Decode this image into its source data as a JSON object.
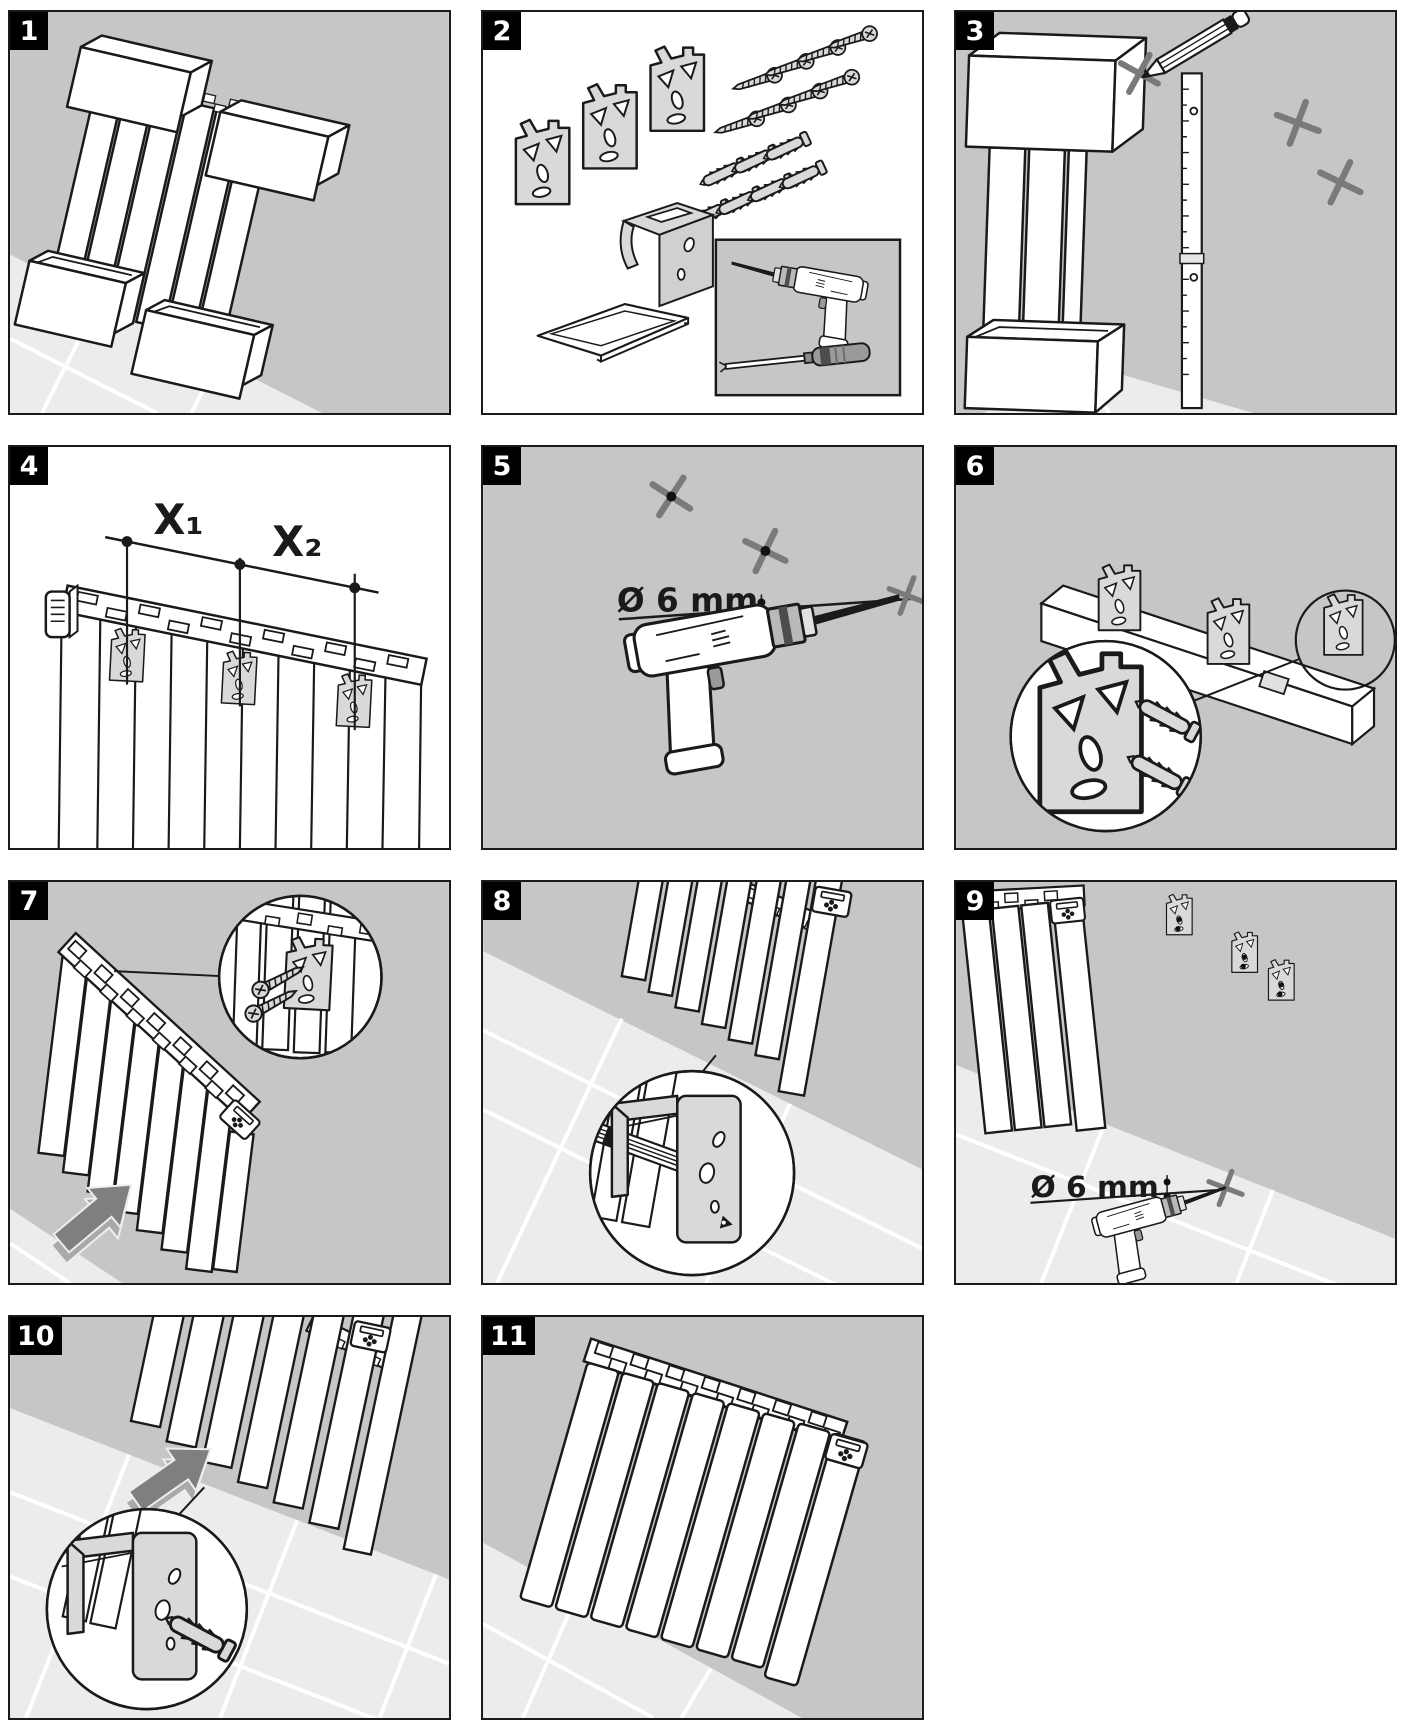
{
  "colors": {
    "wall": "#c6c6c6",
    "floor": "#ececec",
    "grout": "#ffffff",
    "line": "#1a1a1a",
    "metal": "#d9d9d9",
    "badge_bg": "#000000",
    "badge_fg": "#ffffff",
    "pencil_mark": "#7a7a7a",
    "arrow_gray": "#7f7f7f"
  },
  "labels": {
    "x1": "X₁",
    "x2": "X₂",
    "drill_diameter": "Ø 6 mm"
  },
  "steps": [
    {
      "number": "1",
      "art": "packaged-radiator-leaning-on-wall"
    },
    {
      "number": "2",
      "art": "mounting-kit-brackets-screws-plugs-drill-screwdriver-manual"
    },
    {
      "number": "3",
      "art": "mark-drill-positions-with-ruler-and-pencil"
    },
    {
      "number": "4",
      "art": "bracket-spacing-on-radiator",
      "labels": [
        "X₁",
        "X₂"
      ]
    },
    {
      "number": "5",
      "art": "drill-upper-holes-at-marks",
      "labels": [
        "Ø 6 mm"
      ]
    },
    {
      "number": "6",
      "art": "brackets-on-rail-with-wall-plugs-detail"
    },
    {
      "number": "7",
      "art": "hang-radiator-onto-wall-brackets"
    },
    {
      "number": "8",
      "art": "mark-bottom-fixing-through-bracket"
    },
    {
      "number": "9",
      "art": "drill-bottom-hole",
      "labels": [
        "Ø 6 mm"
      ]
    },
    {
      "number": "10",
      "art": "push-radiator-bottom-onto-wall-plug"
    },
    {
      "number": "11",
      "art": "radiator-mounted-finished"
    }
  ]
}
